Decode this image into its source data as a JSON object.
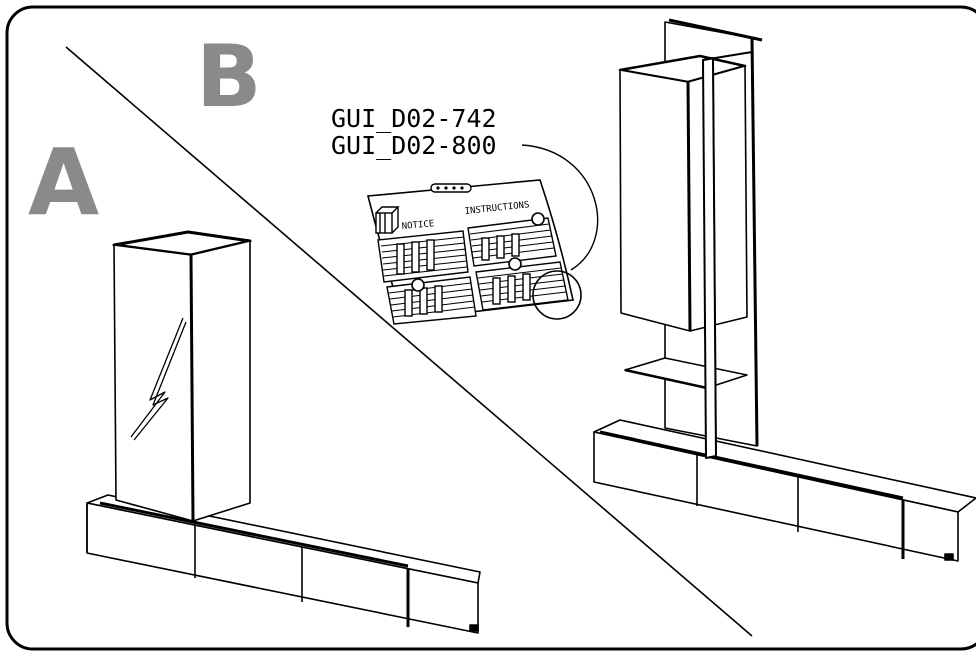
{
  "panels": {
    "left_label": "A",
    "right_label": "B"
  },
  "references": {
    "ref1": "GUI_D02-742",
    "ref2": "GUI_D02-800"
  },
  "leaflet": {
    "notice": "NOTICE",
    "instructions": "INSTRUCTIONS"
  },
  "colors": {
    "label_gray": "#8a8a8a",
    "line": "#000000",
    "background": "#ffffff"
  }
}
